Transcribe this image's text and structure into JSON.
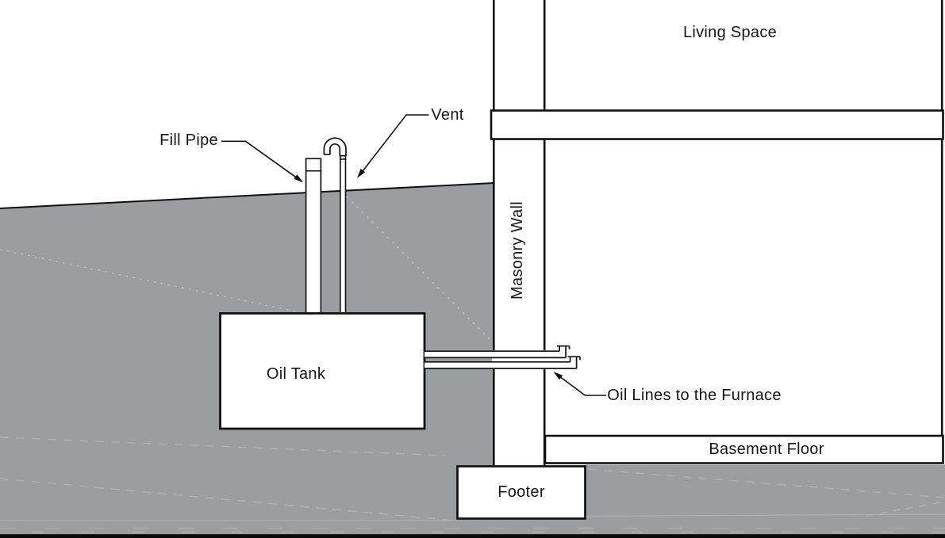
{
  "diagram": {
    "labels": {
      "living_space": "Living Space",
      "masonry_wall": "Masonry Wall",
      "fill_pipe": "Fill Pipe",
      "vent": "Vent",
      "oil_tank": "Oil Tank",
      "oil_lines_to_furnace": "Oil Lines to the Furnace",
      "basement_floor": "Basement Floor",
      "footer": "Footer"
    },
    "colors": {
      "background": "#ffffff",
      "outline": "#111111",
      "soil": "#9b9da0",
      "soil_texture_dash": "#b0b2b5",
      "soil_texture_dot": "#c2c4c6",
      "bottom_bar": "#0a0a0a"
    }
  }
}
